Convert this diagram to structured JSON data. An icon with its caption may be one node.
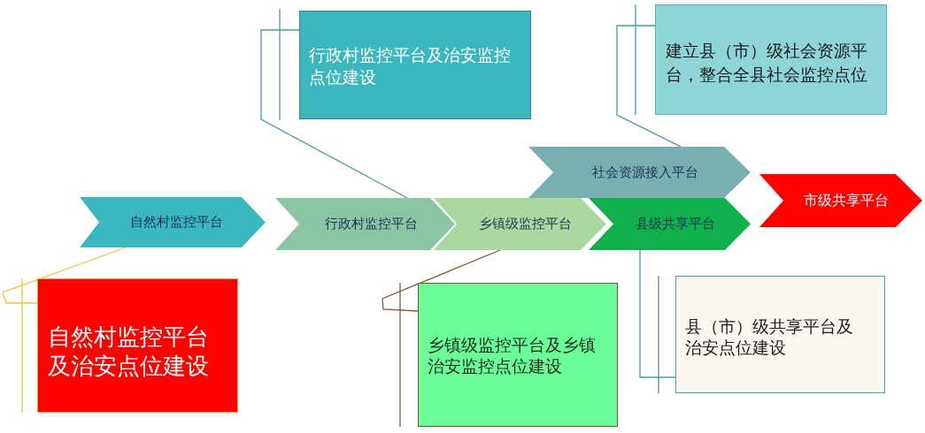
{
  "diagram": {
    "nodes": [
      {
        "text": [
          "自然村监控平台"
        ]
      },
      {
        "text": [
          "行政村监控平台"
        ]
      },
      {
        "text": [
          "乡镇级监控平台"
        ]
      },
      {
        "text": [
          "社会资源接入平台"
        ]
      },
      {
        "text": [
          "县级共享平台"
        ]
      },
      {
        "text": [
          "市级共享平台"
        ]
      },
      {
        "text": [
          "行政村监控平台及治安监控点位建设"
        ]
      },
      {
        "text": [
          "建立县（市）级社会资源平台，整合全县社会监控点位"
        ]
      },
      {
        "text": [
          "自然村监控平台及治安点位建设"
        ]
      },
      {
        "text": [
          "乡镇级监控平台及乡镇治安监控点位建设"
        ]
      },
      {
        "text": [
          "县（市）级共享平台及治安点位建设"
        ]
      }
    ],
    "edges": [
      {
        "from": 6,
        "to": 1,
        "arrow": "none"
      },
      {
        "from": 7,
        "to": 3,
        "arrow": "none"
      },
      {
        "from": 8,
        "to": 0,
        "arrow": "none",
        "color": "#f5c042"
      },
      {
        "from": 9,
        "to": 2,
        "arrow": "none",
        "color": "#8b5a3c"
      },
      {
        "from": 10,
        "to": 4,
        "arrow": "none"
      }
    ]
  }
}
